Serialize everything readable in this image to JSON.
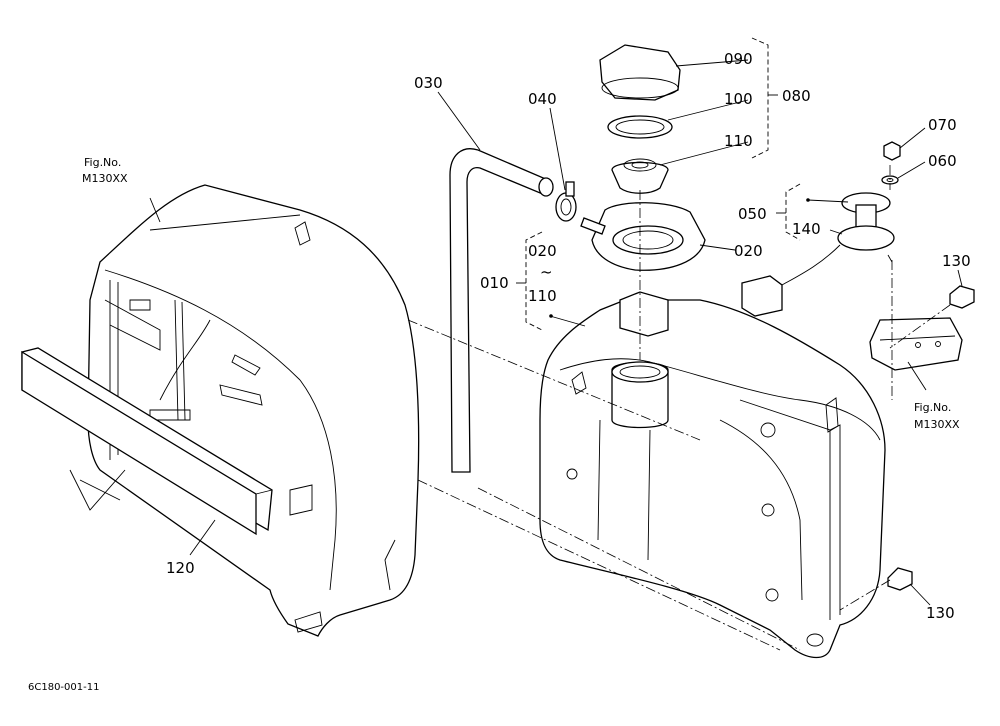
{
  "callouts": {
    "p030": "030",
    "p040": "040",
    "p090": "090",
    "p100": "100",
    "p110": "110",
    "p080": "080",
    "p020_top": "020",
    "p020": "020",
    "p010": "010",
    "tilde": "~",
    "p110_range": "110",
    "p070": "070",
    "p060": "060",
    "p050": "050",
    "p140": "140",
    "p130_top": "130",
    "p130_bottom": "130",
    "p120": "120"
  },
  "references": {
    "left": {
      "line1": "Fig.No.",
      "line2": "M130XX"
    },
    "right": {
      "line1": "Fig.No.",
      "line2": "M130XX"
    }
  },
  "footer": {
    "code": "6C180-001-11"
  }
}
